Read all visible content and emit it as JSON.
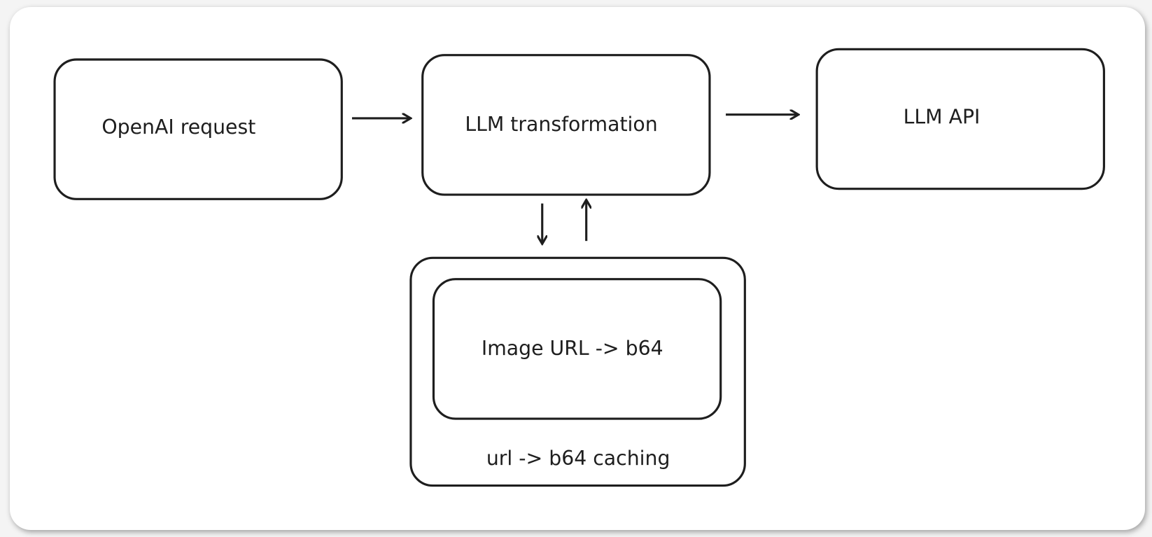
{
  "diagram": {
    "nodes": {
      "openai_request": "OpenAI request",
      "llm_transformation": "LLM transformation",
      "llm_api": "LLM API",
      "image_url_b64": "Image URL -> b64",
      "cache_group": "url -> b64 caching"
    },
    "edges": [
      {
        "from": "OpenAI request",
        "to": "LLM transformation"
      },
      {
        "from": "LLM transformation",
        "to": "LLM API"
      },
      {
        "from": "LLM transformation",
        "to": "url -> b64 caching"
      },
      {
        "from": "url -> b64 caching",
        "to": "LLM transformation"
      }
    ],
    "stroke_color": "#1e1e1e"
  }
}
